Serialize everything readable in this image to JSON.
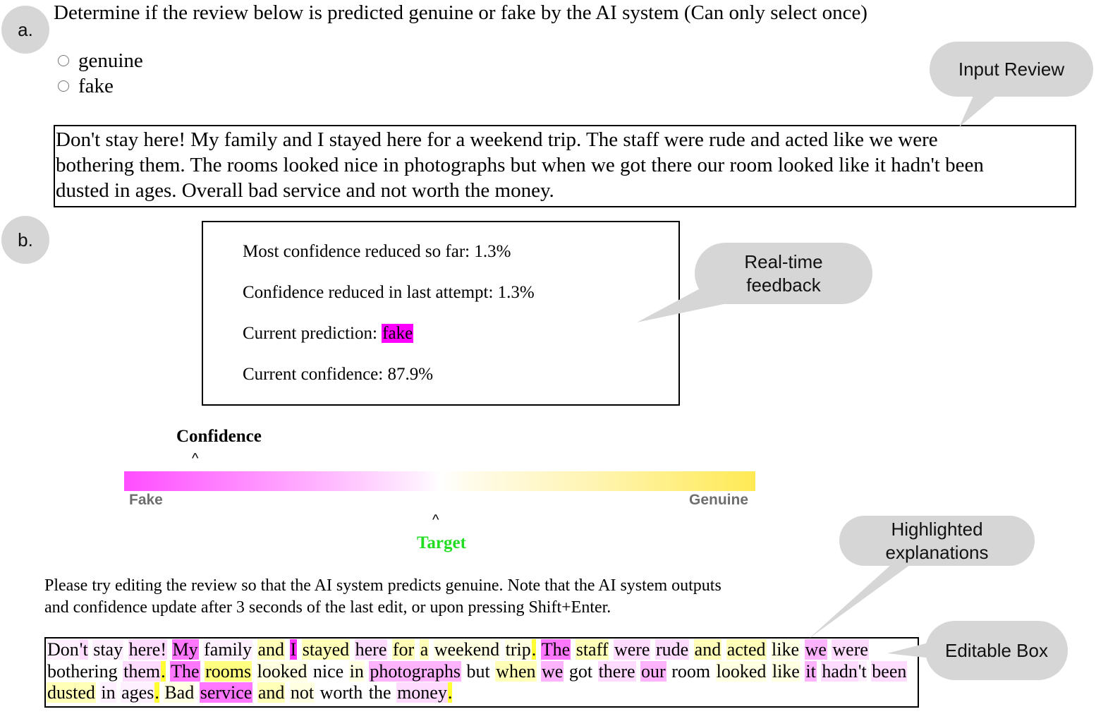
{
  "section_labels": {
    "a": "a.",
    "b": "b."
  },
  "question": {
    "text": "Determine if the review below is predicted genuine or fake by the AI system (Can only select once)",
    "options": [
      {
        "label": "genuine",
        "selected": false
      },
      {
        "label": "fake",
        "selected": false
      }
    ]
  },
  "input_review": {
    "lines": [
      "Don't stay here! My family and I stayed here for a weekend trip. The staff were rude and acted like we were",
      "bothering them. The rooms looked nice in photographs but when we got there our room looked like it hadn't been",
      "dusted in ages. Overall bad service and not worth the money."
    ]
  },
  "feedback": {
    "most_reduced_label": "Most confidence reduced so far: 1.3%",
    "last_attempt_label": "Confidence reduced in last attempt: 1.3%",
    "prediction_prefix": "Current prediction: ",
    "prediction_value": "fake",
    "current_confidence_label": "Current confidence: 87.9%"
  },
  "confidence_bar": {
    "title": "Confidence",
    "caret": "^",
    "left_label": "Fake",
    "right_label": "Genuine",
    "target_label": "Target",
    "current_confidence_percent": 87.9,
    "colors": {
      "fake": "#ff4dff",
      "genuine": "#ffea55",
      "target": "#22dd22"
    }
  },
  "instructions": {
    "line1": "Please try editing the review so that the AI system predicts genuine. Note that the AI system outputs",
    "line2": "and confidence update after 3 seconds of the last edit, or upon pressing Shift+Enter."
  },
  "highlight_colors": {
    "f3": "#ff33ff",
    "f2": "#ff77ff",
    "f1": "#ffb3ff",
    "f0": "#ffdcff",
    "fz": "#fff0ff",
    "g3": "#ffff33",
    "g2": "#ffff80",
    "g1": "#ffffb8",
    "g0": "#ffffe2",
    "n": "transparent"
  },
  "editable_tokens": [
    [
      [
        "Don",
        "fz"
      ],
      [
        "'t",
        "f0"
      ],
      [
        " ",
        "n"
      ],
      [
        "stay",
        "fz"
      ],
      [
        " ",
        "n"
      ],
      [
        "here!",
        "f0"
      ],
      [
        " ",
        "n"
      ],
      [
        "My",
        "f2"
      ],
      [
        " ",
        "n"
      ],
      [
        "family",
        "fz"
      ],
      [
        " ",
        "n"
      ],
      [
        "and",
        "g1"
      ],
      [
        " ",
        "n"
      ],
      [
        "I",
        "f3"
      ],
      [
        " ",
        "n"
      ],
      [
        "stayed",
        "g1"
      ],
      [
        " ",
        "n"
      ],
      [
        "here",
        "f0"
      ],
      [
        " ",
        "n"
      ],
      [
        "for",
        "g1"
      ],
      [
        " ",
        "n"
      ],
      [
        "a",
        "g1"
      ],
      [
        " ",
        "n"
      ],
      [
        "weekend",
        "g0"
      ],
      [
        " ",
        "n"
      ],
      [
        "trip",
        "g0"
      ],
      [
        ".",
        "g3"
      ],
      [
        " ",
        "n"
      ],
      [
        "The",
        "f2"
      ],
      [
        " ",
        "n"
      ],
      [
        "staff",
        "g1"
      ],
      [
        " ",
        "n"
      ],
      [
        "were",
        "f0"
      ],
      [
        " ",
        "n"
      ],
      [
        "rude",
        "f0"
      ],
      [
        " ",
        "n"
      ],
      [
        "and",
        "g1"
      ],
      [
        " ",
        "n"
      ],
      [
        "acted",
        "g1"
      ],
      [
        " ",
        "n"
      ],
      [
        "like",
        "g0"
      ],
      [
        " ",
        "n"
      ],
      [
        "we",
        "f1"
      ],
      [
        " ",
        "n"
      ],
      [
        "were",
        "f0"
      ]
    ],
    [
      [
        "bothering",
        "n"
      ],
      [
        " ",
        "n"
      ],
      [
        "them",
        "f0"
      ],
      [
        ".",
        "g3"
      ],
      [
        " ",
        "n"
      ],
      [
        "The",
        "f2"
      ],
      [
        " ",
        "n"
      ],
      [
        "rooms",
        "g2"
      ],
      [
        " ",
        "n"
      ],
      [
        "looked",
        "g0"
      ],
      [
        " ",
        "n"
      ],
      [
        "nice",
        "n"
      ],
      [
        " ",
        "n"
      ],
      [
        "in",
        "g0"
      ],
      [
        " ",
        "n"
      ],
      [
        "photographs",
        "f1"
      ],
      [
        " ",
        "n"
      ],
      [
        "but",
        "n"
      ],
      [
        " ",
        "n"
      ],
      [
        "when",
        "g1"
      ],
      [
        " ",
        "n"
      ],
      [
        "we",
        "f1"
      ],
      [
        " ",
        "n"
      ],
      [
        "got",
        "n"
      ],
      [
        " ",
        "n"
      ],
      [
        "there",
        "f0"
      ],
      [
        " ",
        "n"
      ],
      [
        "our",
        "f1"
      ],
      [
        " ",
        "n"
      ],
      [
        "room",
        "n"
      ],
      [
        " ",
        "n"
      ],
      [
        "looked",
        "g0"
      ],
      [
        " ",
        "n"
      ],
      [
        "like",
        "g0"
      ],
      [
        " ",
        "n"
      ],
      [
        "it",
        "f1"
      ],
      [
        " ",
        "n"
      ],
      [
        "hadn",
        "f0"
      ],
      [
        "'t",
        "fz"
      ],
      [
        " ",
        "n"
      ],
      [
        "been",
        "f0"
      ]
    ],
    [
      [
        "dusted",
        "g1"
      ],
      [
        " ",
        "n"
      ],
      [
        "in",
        "fz"
      ],
      [
        " ",
        "n"
      ],
      [
        "ages",
        "fz"
      ],
      [
        ".",
        "g3"
      ],
      [
        " ",
        "n"
      ],
      [
        "Bad",
        "g0"
      ],
      [
        " ",
        "n"
      ],
      [
        "service",
        "f2"
      ],
      [
        " ",
        "n"
      ],
      [
        "and",
        "g1"
      ],
      [
        " ",
        "n"
      ],
      [
        "not",
        "g0"
      ],
      [
        " ",
        "n"
      ],
      [
        "worth",
        "n"
      ],
      [
        " ",
        "n"
      ],
      [
        "the",
        "n"
      ],
      [
        " ",
        "n"
      ],
      [
        "money",
        "f0"
      ],
      [
        ".",
        "g3"
      ]
    ]
  ],
  "callouts": {
    "input_review": "Input Review",
    "realtime_feedback_line1": "Real-time",
    "realtime_feedback_line2": "feedback",
    "highlighted_line1": "Highlighted",
    "highlighted_line2": "explanations",
    "editable_box": "Editable Box"
  }
}
